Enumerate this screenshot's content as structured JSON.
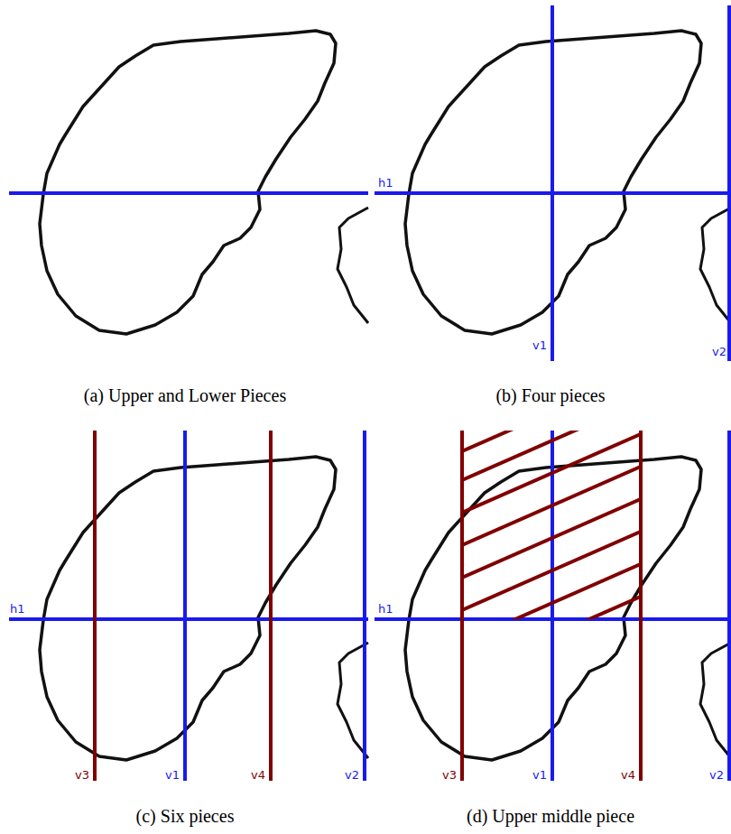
{
  "diagram": {
    "labels": [
      "h1",
      "v1",
      "v2",
      "(a) Upper and Lower Pieces",
      "(b) Four pieces",
      "h1",
      "v3",
      "v1",
      "v4",
      "v2",
      "h1",
      "v3",
      "v1",
      "v4",
      "v2",
      "(c) Six pieces",
      "(d) Upper middle piece"
    ]
  }
}
